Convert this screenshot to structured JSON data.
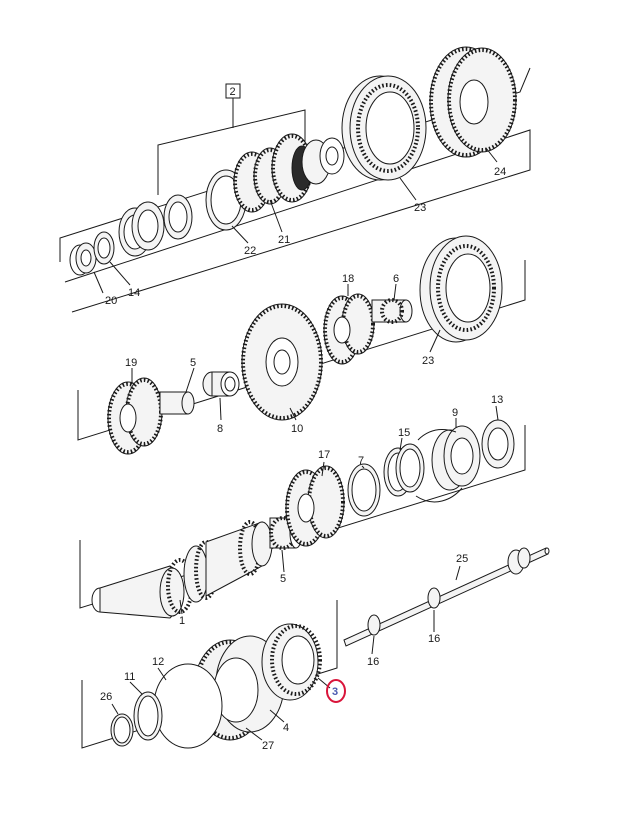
{
  "diagram": {
    "group_box_label": "2",
    "highlight_color": "#d9143a",
    "highlight_text_color": "#4a5ab0",
    "labels": {
      "p20": "20",
      "p14": "14",
      "p22": "22",
      "p21": "21",
      "p23a": "23",
      "p24": "24",
      "p19": "19",
      "p5a": "5",
      "p8": "8",
      "p10": "10",
      "p18": "18",
      "p6": "6",
      "p23b": "23",
      "p17": "17",
      "p7": "7",
      "p15": "15",
      "p9": "9",
      "p13": "13",
      "p5b": "5",
      "p1": "1",
      "p25": "25",
      "p16a": "16",
      "p16b": "16",
      "p26": "26",
      "p11": "11",
      "p12": "12",
      "p4": "4",
      "p27": "27",
      "p3": "3"
    }
  }
}
